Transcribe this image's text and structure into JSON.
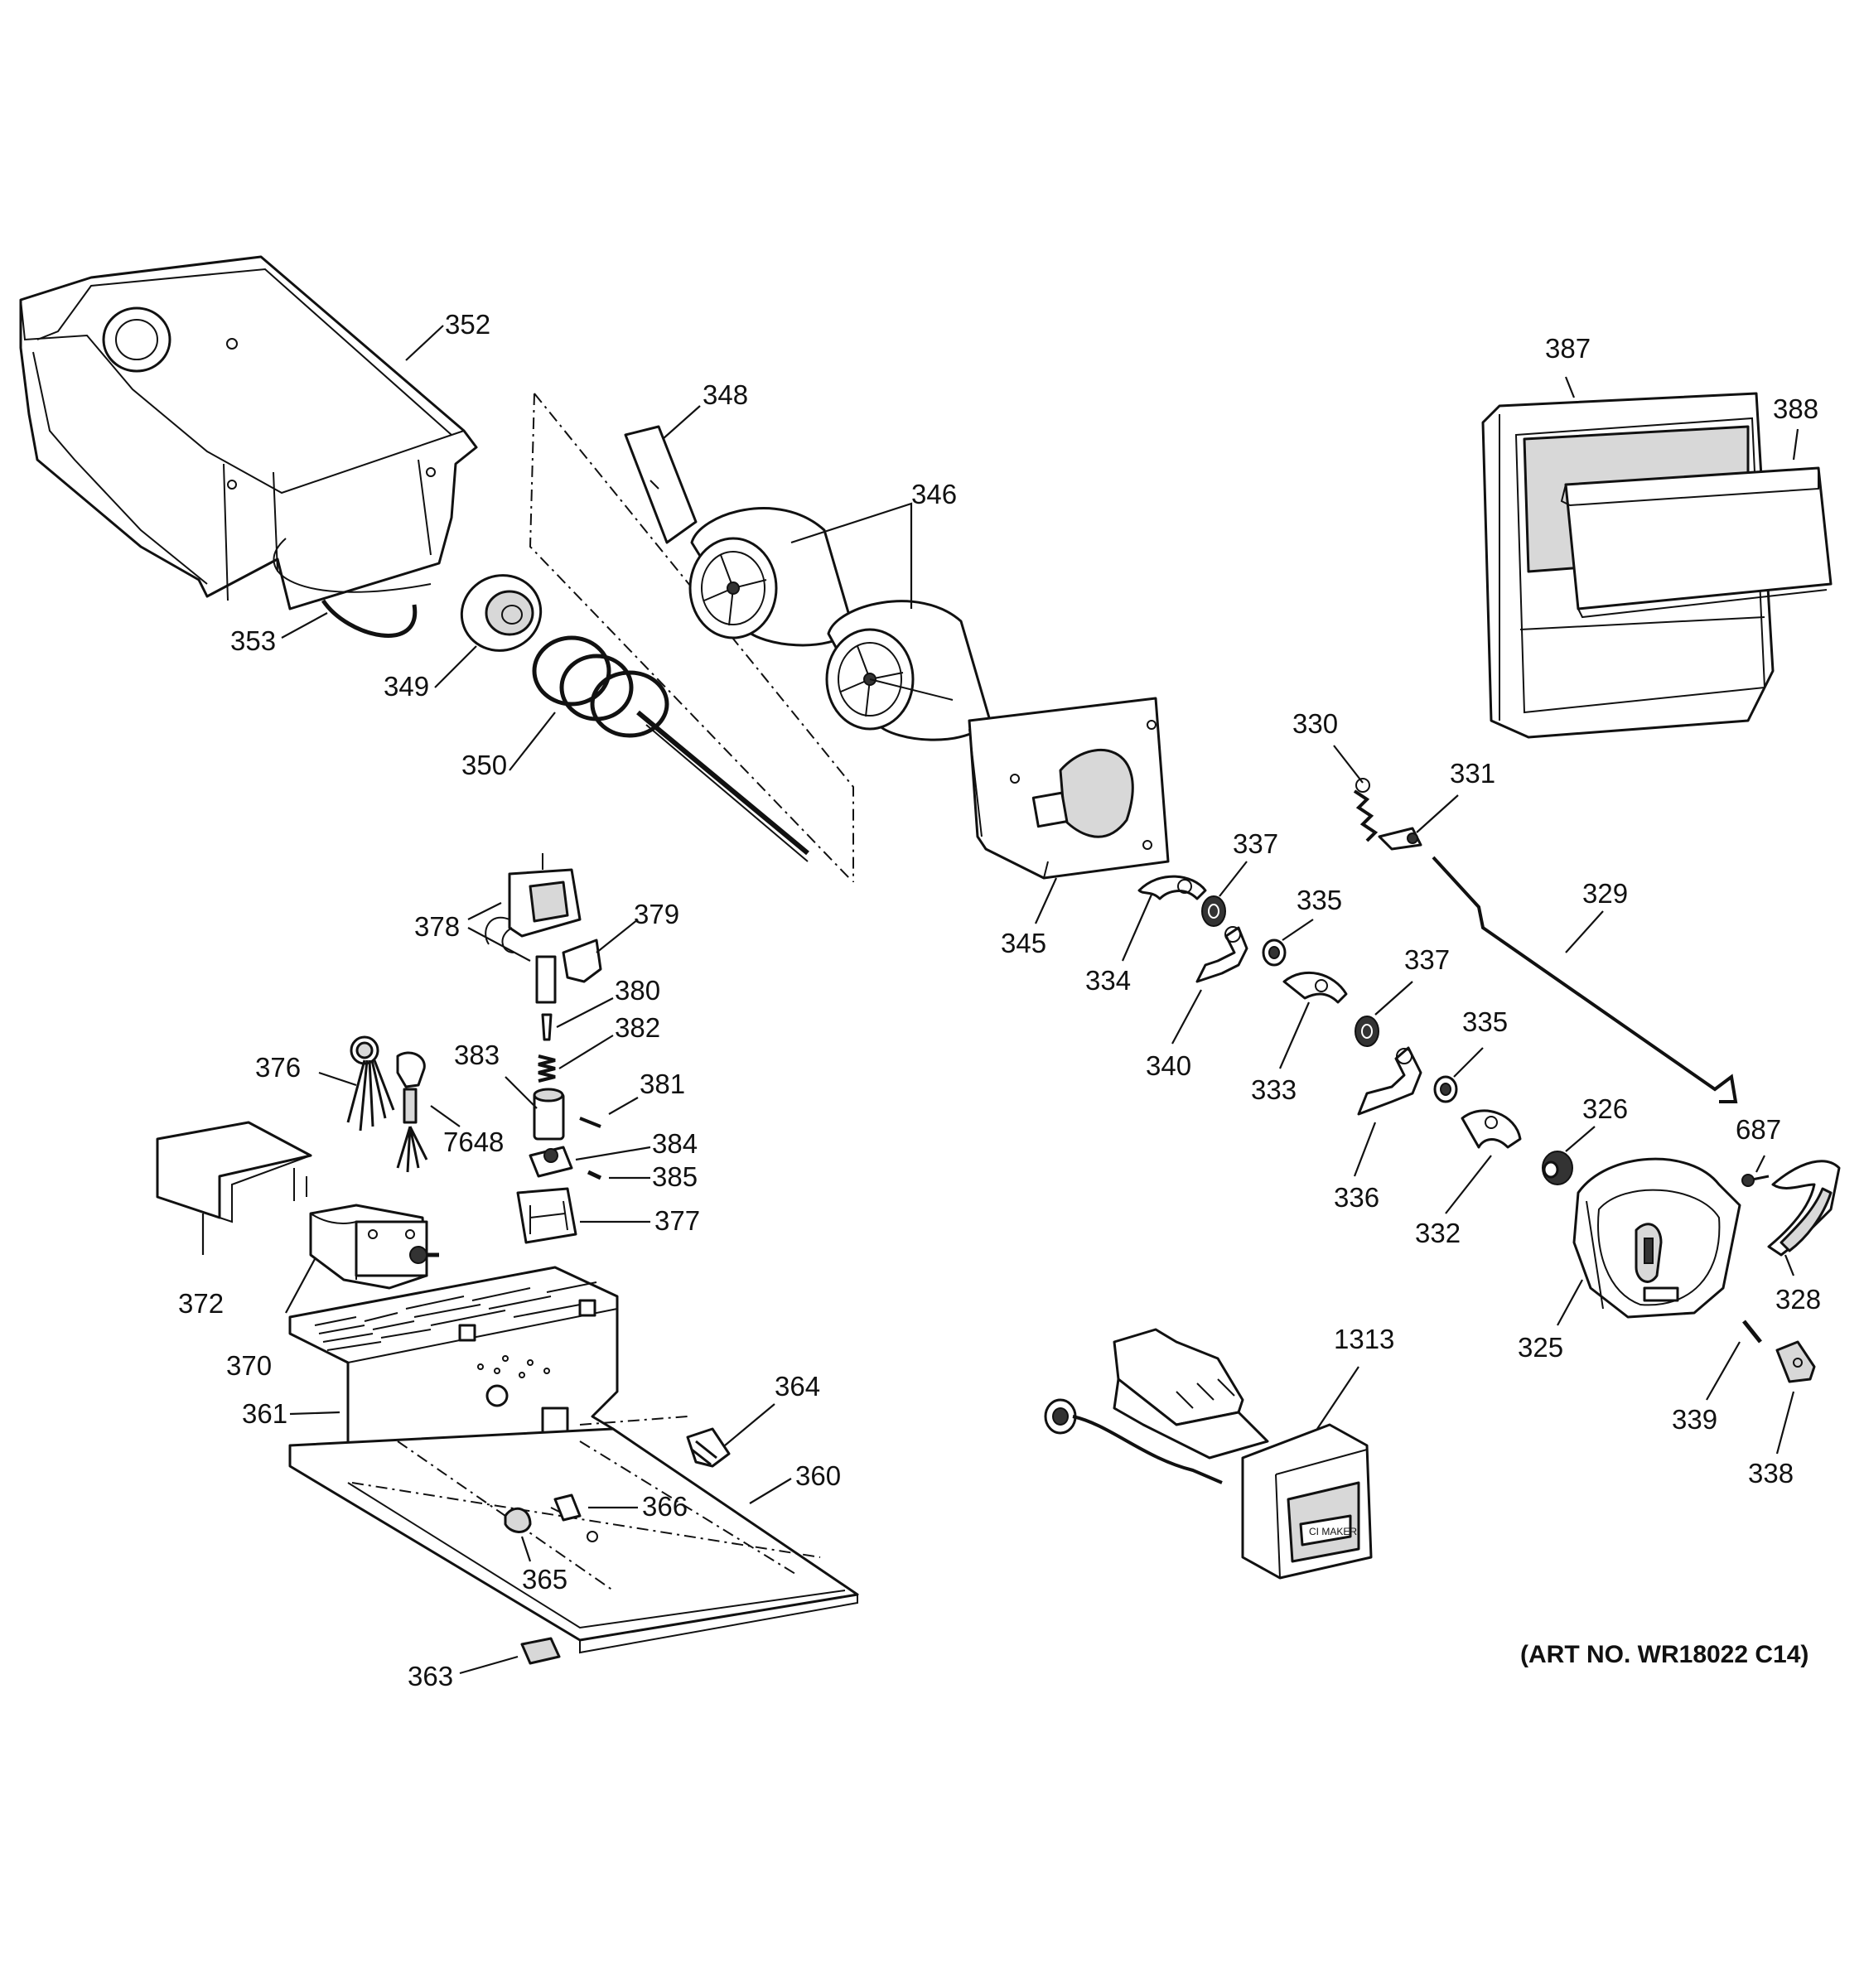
{
  "diagram": {
    "art_number": "(ART NO. WR18022 C14)",
    "tray_text": "CI MAKER",
    "parts": [
      {
        "id": "p352",
        "label": "352",
        "icon": "ice-bucket-icon"
      },
      {
        "id": "p348",
        "label": "348",
        "icon": "flat-strip-icon"
      },
      {
        "id": "p346",
        "label": "346",
        "icon": "ice-crusher-drum-icon"
      },
      {
        "id": "p353",
        "label": "353",
        "icon": "wire-bail-icon"
      },
      {
        "id": "p349",
        "label": "349",
        "icon": "bearing-icon"
      },
      {
        "id": "p350",
        "label": "350",
        "icon": "auger-icon"
      },
      {
        "id": "p387",
        "label": "387",
        "icon": "door-frame-icon"
      },
      {
        "id": "p388",
        "label": "388",
        "icon": "door-flap-icon"
      },
      {
        "id": "p330",
        "label": "330",
        "icon": "spring-icon"
      },
      {
        "id": "p331",
        "label": "331",
        "icon": "clip-icon"
      },
      {
        "id": "p329",
        "label": "329",
        "icon": "rod-icon"
      },
      {
        "id": "p337a",
        "label": "337",
        "icon": "spacer-icon"
      },
      {
        "id": "p335a",
        "label": "335",
        "icon": "washer-icon"
      },
      {
        "id": "p337b",
        "label": "337",
        "icon": "spacer-icon"
      },
      {
        "id": "p335b",
        "label": "335",
        "icon": "washer-icon"
      },
      {
        "id": "p345",
        "label": "345",
        "icon": "mounting-plate-icon"
      },
      {
        "id": "p334",
        "label": "334",
        "icon": "blade-icon"
      },
      {
        "id": "p340",
        "label": "340",
        "icon": "blade-icon"
      },
      {
        "id": "p333",
        "label": "333",
        "icon": "blade-icon"
      },
      {
        "id": "p336",
        "label": "336",
        "icon": "blade-icon"
      },
      {
        "id": "p332",
        "label": "332",
        "icon": "blade-icon"
      },
      {
        "id": "p326",
        "label": "326",
        "icon": "bushing-icon"
      },
      {
        "id": "p687",
        "label": "687",
        "icon": "screw-icon"
      },
      {
        "id": "p328",
        "label": "328",
        "icon": "chute-guide-icon"
      },
      {
        "id": "p325",
        "label": "325",
        "icon": "housing-icon"
      },
      {
        "id": "p339",
        "label": "339",
        "icon": "pin-icon"
      },
      {
        "id": "p338",
        "label": "338",
        "icon": "bracket-icon"
      },
      {
        "id": "p378",
        "label": "378",
        "icon": "solenoid-icon"
      },
      {
        "id": "p379",
        "label": "379",
        "icon": "bracket-icon"
      },
      {
        "id": "p380",
        "label": "380",
        "icon": "plunger-icon"
      },
      {
        "id": "p382",
        "label": "382",
        "icon": "spring-icon"
      },
      {
        "id": "p383",
        "label": "383",
        "icon": "sleeve-icon"
      },
      {
        "id": "p381",
        "label": "381",
        "icon": "pin-icon"
      },
      {
        "id": "p384",
        "label": "384",
        "icon": "cam-icon"
      },
      {
        "id": "p385",
        "label": "385",
        "icon": "pin-icon"
      },
      {
        "id": "p377",
        "label": "377",
        "icon": "bracket-icon"
      },
      {
        "id": "p376",
        "label": "376",
        "icon": "wire-harness-icon"
      },
      {
        "id": "p7648",
        "label": "7648",
        "icon": "wire-harness-icon"
      },
      {
        "id": "p372",
        "label": "372",
        "icon": "cover-icon"
      },
      {
        "id": "p370",
        "label": "370",
        "icon": "motor-icon"
      },
      {
        "id": "p361",
        "label": "361",
        "icon": "motor-housing-icon"
      },
      {
        "id": "p364",
        "label": "364",
        "icon": "connector-icon"
      },
      {
        "id": "p360",
        "label": "360",
        "icon": "base-plate-icon"
      },
      {
        "id": "p366",
        "label": "366",
        "icon": "clip-icon"
      },
      {
        "id": "p365",
        "label": "365",
        "icon": "grommet-icon"
      },
      {
        "id": "p363",
        "label": "363",
        "icon": "connector-icon"
      },
      {
        "id": "p1313",
        "label": "1313",
        "icon": "icemaker-icon"
      }
    ]
  }
}
